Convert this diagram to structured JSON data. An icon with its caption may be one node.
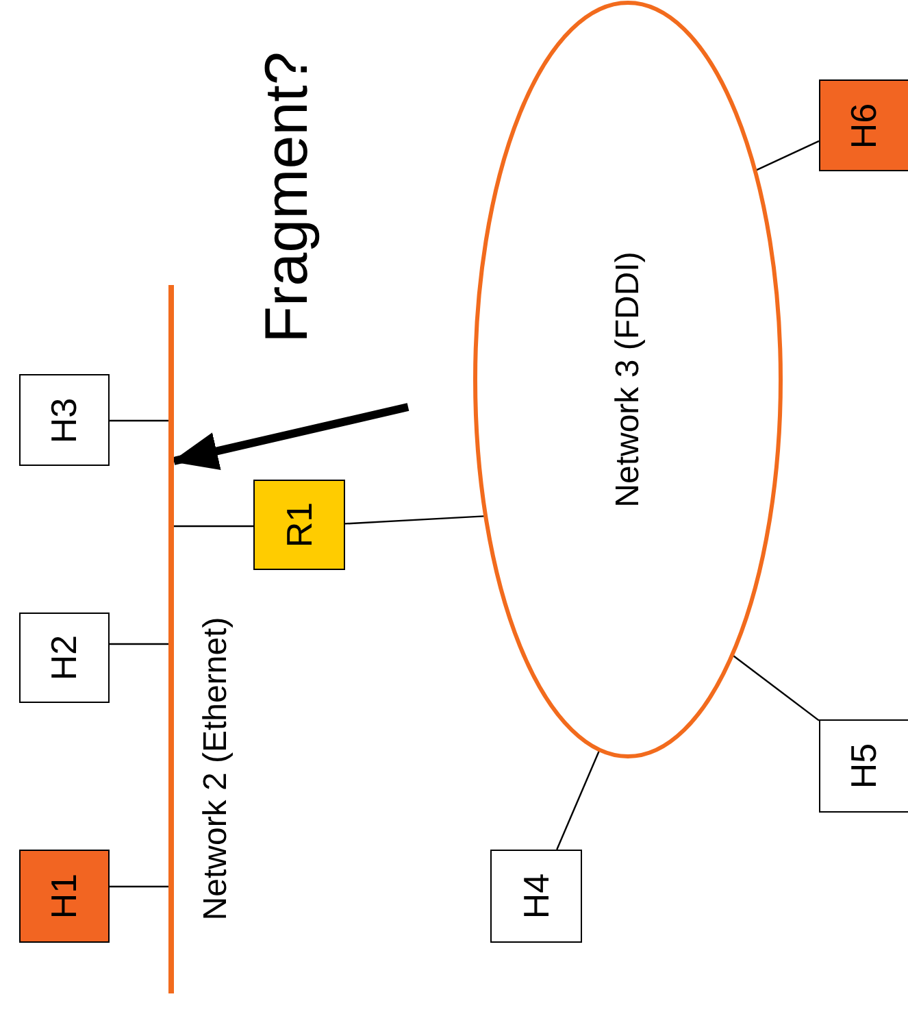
{
  "diagram": {
    "nodes": [
      {
        "text": [
          "H1"
        ]
      },
      {
        "text": [
          "H2"
        ]
      },
      {
        "text": [
          "H3"
        ]
      },
      {
        "text": [],
        "shape": "bar",
        "beside": [
          "Network 2 (Ethernet)"
        ]
      },
      {
        "text": [
          "R1"
        ]
      },
      {
        "text": [
          "Network 3 (FDDI)"
        ]
      },
      {
        "text": [
          "H6"
        ]
      },
      {
        "text": [
          "H5"
        ]
      },
      {
        "text": [
          "H4"
        ]
      }
    ],
    "edges": [
      {
        "from": 0,
        "to": 3,
        "arrow": "none"
      },
      {
        "from": 1,
        "to": 3,
        "arrow": "none"
      },
      {
        "from": 2,
        "to": 3,
        "arrow": "none"
      },
      {
        "from": 4,
        "to": 3,
        "arrow": "none"
      },
      {
        "from": 4,
        "to": 5,
        "arrow": "none"
      },
      {
        "from": 6,
        "to": 5,
        "arrow": "none"
      },
      {
        "from": 7,
        "to": 5,
        "arrow": "none"
      },
      {
        "from": 8,
        "to": 5,
        "arrow": "none"
      },
      {
        "from": null,
        "to": 3,
        "arrow": "to",
        "style": "thick"
      }
    ],
    "labels": [
      "Fragment?"
    ]
  }
}
